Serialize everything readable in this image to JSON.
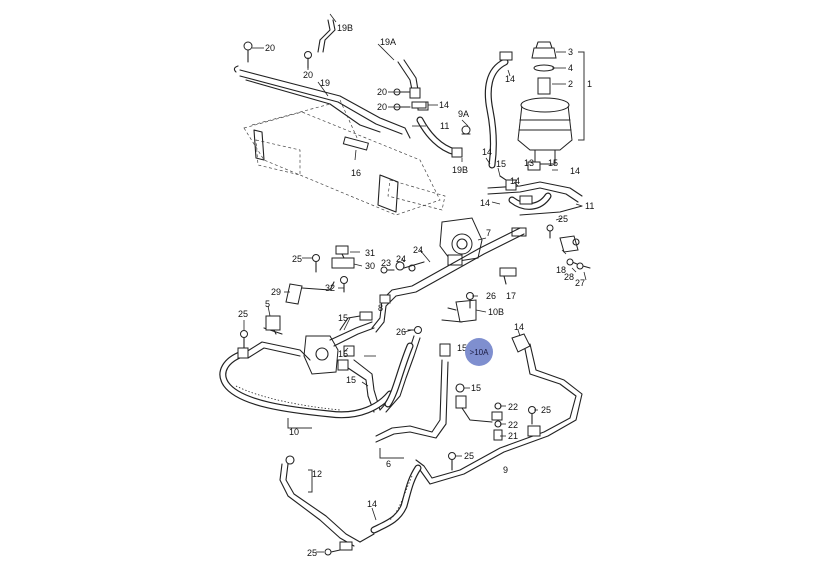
{
  "labels": {
    "l1": "1",
    "l2": "2",
    "l3": "3",
    "l4": "4",
    "l5": "5",
    "l6": "6",
    "l7": "7",
    "l8": "8",
    "l9": "9",
    "l9a": "9A",
    "l10": "10",
    "l10b": "10B",
    "l11a": "11",
    "l11b": "11",
    "l12": "12",
    "l13": "13",
    "l14a": "14",
    "l14b": "14",
    "l14c": "14",
    "l14d": "14",
    "l14e": "14",
    "l14f": "14",
    "l14g": "14",
    "l14h": "14",
    "l15a": "15",
    "l15b": "15",
    "l15c": "15",
    "l15d": "15",
    "l15e": "15",
    "l15f": "15",
    "l15g": "15",
    "l16": "16",
    "l17": "17",
    "l18": "18",
    "l19": "19",
    "l19a": "19A",
    "l19b1": "19B",
    "l19b2": "19B",
    "l20a": "20",
    "l20b": "20",
    "l20c": "20",
    "l20d": "20",
    "l21": "21",
    "l22a": "22",
    "l22b": "22",
    "l23": "23",
    "l24a": "24",
    "l24b": "24",
    "l25a": "25",
    "l25b": "25",
    "l25c": "25",
    "l25d": "25",
    "l25e": "25",
    "l25f": "25",
    "l26a": "26",
    "l26b": "26",
    "l27": "27",
    "l28": "28",
    "l29": "29",
    "l30": "30",
    "l31": "31",
    "l32": "32"
  },
  "reference_marker": {
    "label": ">10A",
    "color": "#7f8fcf"
  }
}
